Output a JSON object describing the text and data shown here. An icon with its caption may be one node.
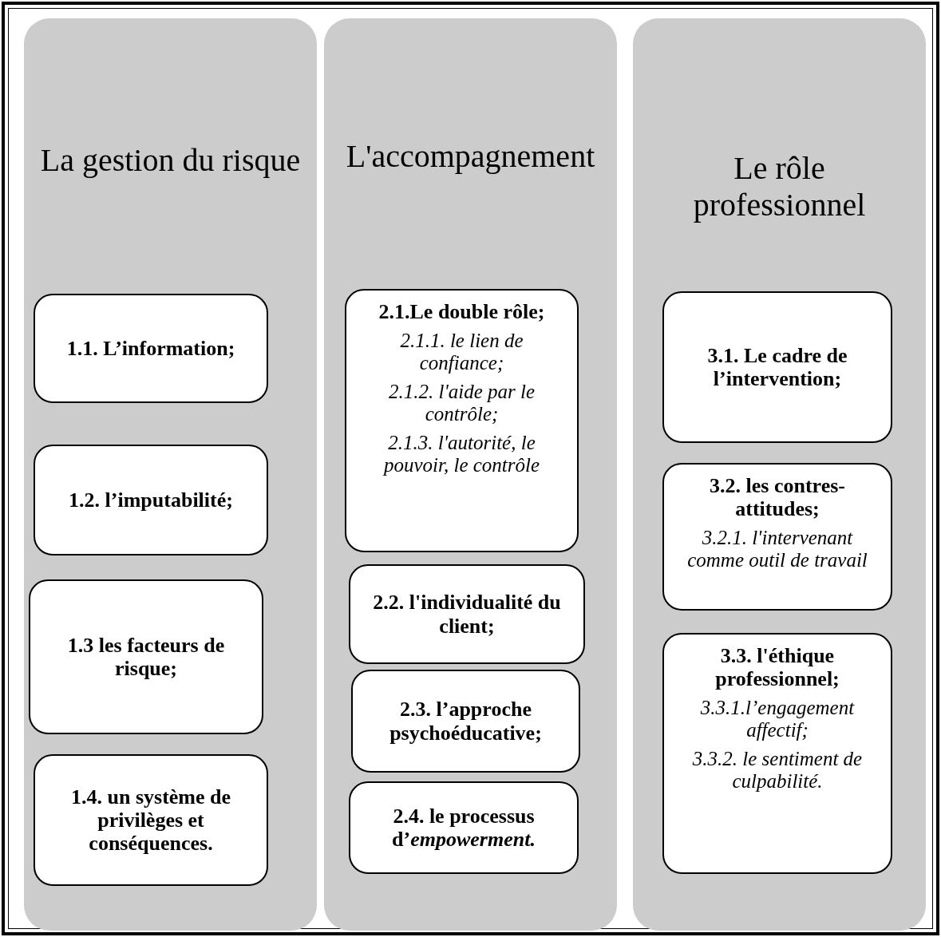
{
  "diagram": {
    "nodes": [
      {
        "text": [
          "La gestion du risque"
        ]
      },
      {
        "text": [
          "1.1. L’information;"
        ],
        "in": 0
      },
      {
        "text": [
          "1.2. l’imputabilité;"
        ],
        "in": 0
      },
      {
        "text": [
          "1.3 les facteurs de risque;"
        ],
        "in": 0
      },
      {
        "text": [
          "1.4. un système de privilèges et conséquences."
        ],
        "in": 0
      },
      {
        "text": [
          "L'accompagnement"
        ]
      },
      {
        "text": [
          "2.1.Le double rôle;",
          "2.1.1. le lien de confiance;",
          "2.1.2. l'aide par le contrôle;",
          "2.1.3. l'autorité, le pouvoir, le contrôle"
        ],
        "in": 5
      },
      {
        "text": [
          "2.2. l'individualité du client;"
        ],
        "in": 5
      },
      {
        "text": [
          "2.3. l’approche psychoéducative;"
        ],
        "in": 5
      },
      {
        "text": [
          "2.4. le processus d’*empowerment.*"
        ],
        "in": 5
      },
      {
        "text": [
          "Le rôle professionnel"
        ]
      },
      {
        "text": [
          "3.1. Le cadre de l’intervention;"
        ],
        "in": 10
      },
      {
        "text": [
          "3.2. les contres-attitudes;",
          "3.2.1.  l'intervenant comme outil de travail"
        ],
        "in": 10
      },
      {
        "text": [
          "3.3. l'éthique professionnel;",
          "3.3.1.l’engagement affectif;",
          "3.3.2. le sentiment de culpabilité."
        ],
        "in": 10
      }
    ]
  }
}
